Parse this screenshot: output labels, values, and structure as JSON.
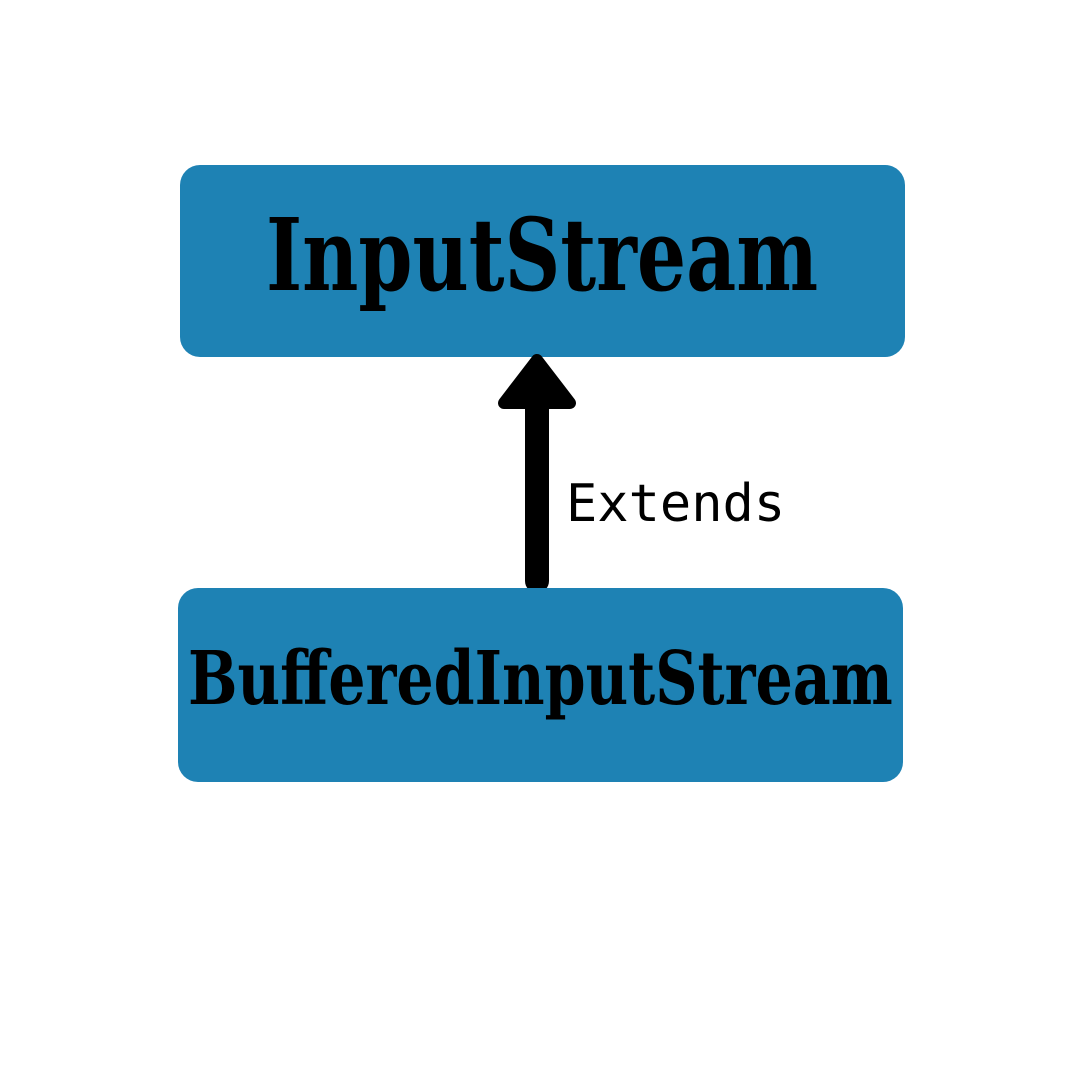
{
  "diagram": {
    "type": "uml-class-inheritance",
    "background_color": "#ffffff",
    "box_color": "#1e82b4",
    "text_color": "#000000",
    "nodes": [
      {
        "id": "superclass",
        "label": "InputStream",
        "role": "superclass"
      },
      {
        "id": "subclass",
        "label": "BufferedInputStream",
        "role": "subclass"
      }
    ],
    "edges": [
      {
        "id": "inheritance",
        "label": "Extends",
        "from": "subclass",
        "to": "superclass",
        "arrow_icon": "up-arrow-icon",
        "arrow_color": "#000000"
      }
    ]
  }
}
